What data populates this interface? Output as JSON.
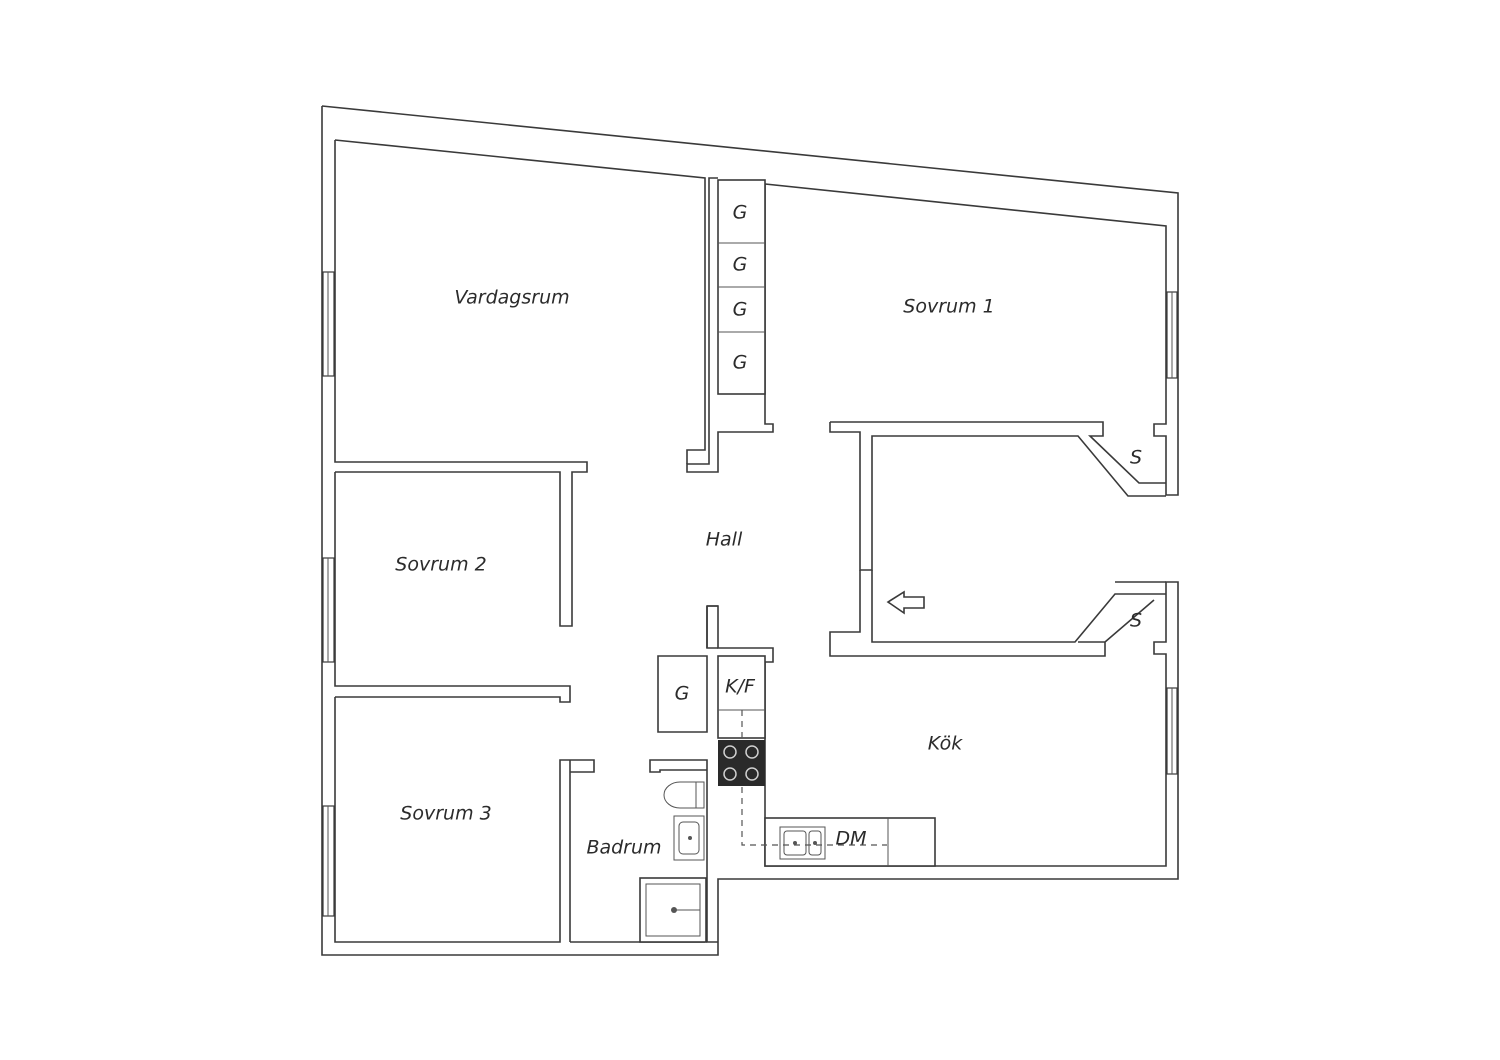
{
  "rooms": {
    "vardagsrum": "Vardagsrum",
    "sovrum1": "Sovrum 1",
    "sovrum2": "Sovrum 2",
    "sovrum3": "Sovrum 3",
    "hall": "Hall",
    "kok": "Kök",
    "badrum": "Badrum"
  },
  "fixtures": {
    "wardrobe": "G",
    "closet": "S",
    "fridge_freezer": "K/F",
    "dishwasher": "DM"
  },
  "icons": {
    "entrance": "entrance-arrow-icon",
    "stove": "stove-icon",
    "sink": "kitchen-sink-icon",
    "toilet": "toilet-icon",
    "washbasin": "washbasin-icon",
    "shower": "shower-icon"
  }
}
